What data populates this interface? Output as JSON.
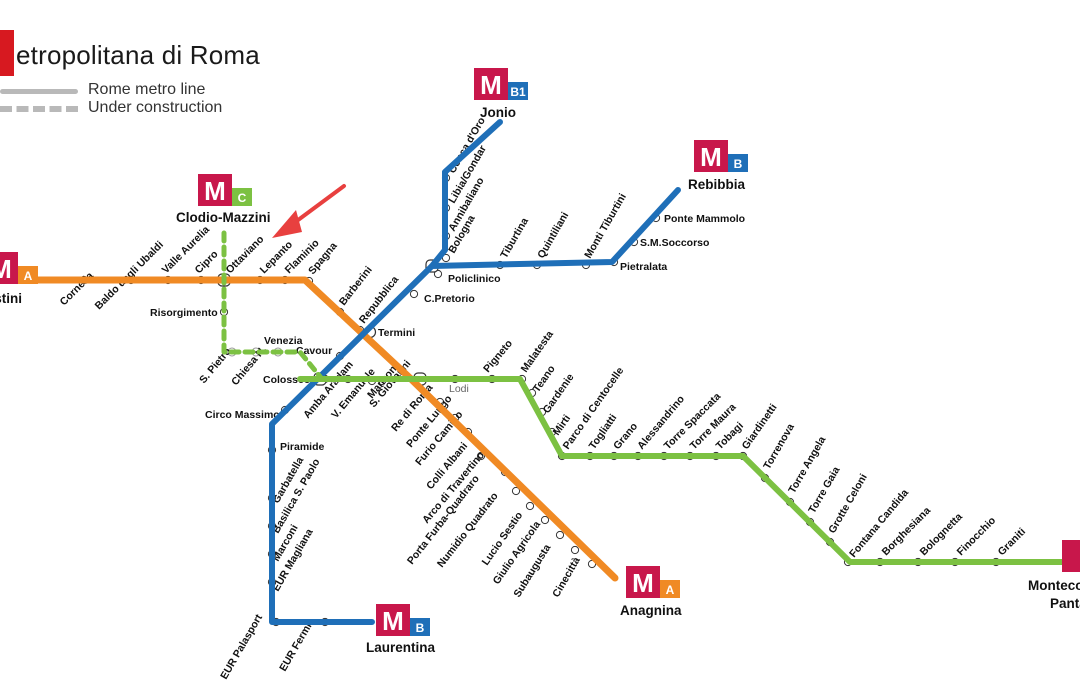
{
  "title": "etropolitana di Roma",
  "legend": {
    "line_label": "Rome metro line",
    "construction_label": "Under construction"
  },
  "colors": {
    "line_a": "#f08a24",
    "line_b": "#1f6fb8",
    "line_c": "#7cc142",
    "badge_metro": "#c8174b",
    "badge_a": "#f08a24",
    "badge_b": "#1f6fb8",
    "badge_c": "#7cc142",
    "legend": "#b9b9b9",
    "arrow": "#e8403f"
  },
  "badges": {
    "letter": "M",
    "a_left": "A",
    "b1": "B1",
    "b_rebibbia": "B",
    "c": "C",
    "a_anagnina": "A",
    "b_laurentina": "B"
  },
  "terminals": {
    "battistini": "Battistini",
    "jonio": "Jonio",
    "rebibbia": "Rebibbia",
    "clodio": "Clodio-Mazzini",
    "anagnina": "Anagnina",
    "laurentina": "Laurentina",
    "montecompatri_1": "Montecompatri",
    "montecompatri_2": "Pantano"
  },
  "stations": {
    "line_a": [
      "Cornelia",
      "Baldo degli Ubaldi",
      "Valle Aurelia",
      "Cipro",
      "Ottaviano",
      "Lepanto",
      "Flaminio",
      "Spagna",
      "Barberini",
      "Repubblica",
      "Termini",
      "V. Emanuele",
      "Manzoni",
      "S. Giovanni",
      "Re di Roma",
      "Ponte Lungo",
      "Furio Camillo",
      "Colli Albani",
      "Arco di Travertino",
      "Porta Furba-Quadraro",
      "Numidio Quadrato",
      "Lucio Sestio",
      "Giulio Agricola",
      "Subaugusta",
      "Cinecittà"
    ],
    "line_b1": [
      "Conca d'Oro",
      "Libia/Gondar",
      "Annibaliano",
      "Bologna",
      "Policlinico",
      "C.Pretorio"
    ],
    "line_b": [
      "Tiburtina",
      "Quintiliani",
      "Monti Tiburtini",
      "Pietralata",
      "S.M.Soccorso",
      "Ponte Mammolo",
      "Cavour",
      "Colosseo",
      "Circo Massimo",
      "Piramide",
      "Garbatella",
      "Basilica S. Paolo",
      "Marconi",
      "EUR Magliana",
      "EUR Palasport",
      "EUR Fermi"
    ],
    "line_c": [
      "Risorgimento",
      "S. Pietro",
      "Chiesa N.",
      "Venezia",
      "Amba Aradam",
      "Lodi",
      "Pigneto",
      "Malatesta",
      "Teano",
      "Gardenie",
      "Mirti",
      "Parco di Centocelle",
      "Togliatti",
      "Grano",
      "Alessandrino",
      "Torre Spaccata",
      "Torre Maura",
      "Tobagi",
      "Giardinetti",
      "Torrenova",
      "Torre Angela",
      "Torre Gaia",
      "Grotte Celoni",
      "Fontana Candida",
      "Borghesiana",
      "Bolognetta",
      "Finocchio",
      "Graniti"
    ]
  }
}
